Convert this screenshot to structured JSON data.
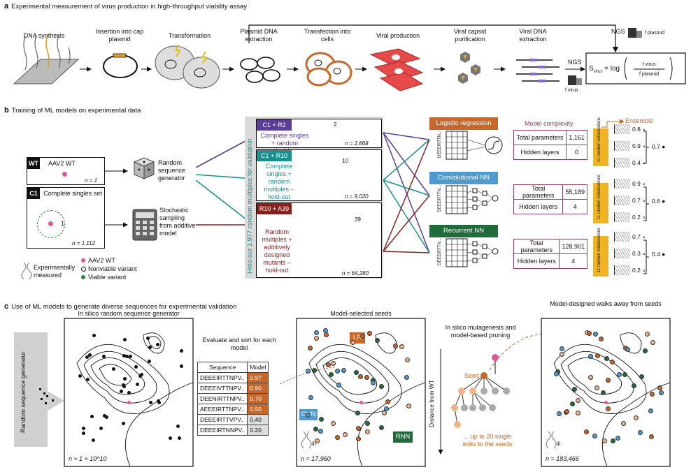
{
  "colors": {
    "purple": "#5a3d9a",
    "teal": "#1c8f8f",
    "darkred": "#8a1f1f",
    "orange": "#c8672a",
    "blue": "#4e9bd1",
    "green": "#1f6b3a",
    "pink": "#e0579a",
    "magenta": "#9b3b6e",
    "yellow": "#f0b323"
  },
  "a": {
    "label": "a",
    "title": "Experimental measurement of virus production in high-throughput viability assay",
    "steps": [
      "DNA synthesis",
      "Insertion into cap plasmid",
      "Transformation",
      "Plasmid DNA extraction",
      "Transfection into cells",
      "Viral production",
      "Viral capsid purification",
      "Viral DNA extraction"
    ],
    "ngs1": "NGS",
    "ngs2": "NGS",
    "f_plasmid": "f plasmid",
    "f_virus": "f virus",
    "formula_left": "S",
    "formula_sub": "virus",
    "formula_eq": "= log",
    "formula_num": "f virus",
    "formula_den": "f plasmid"
  },
  "b": {
    "label": "b",
    "title": "Training of ML models on experimental data",
    "wt": {
      "tag": "WT",
      "name": "AAV2 WT",
      "n": "n = 1"
    },
    "c1": {
      "tag": "C1",
      "name": "Complete singles set",
      "n": "n = 1,112",
      "num": "1"
    },
    "legend": {
      "exp": "Experimentally measured",
      "wt": "AAV2 WT",
      "nonviable": "Nonviable variant",
      "viable": "Viable variant"
    },
    "random": "Random sequence generator",
    "stochastic": "Stochastic sampling from additive model",
    "holdout": "Hold-out  1,977 random multiples for validation",
    "sets": [
      {
        "tag": "C1 + R2",
        "desc": "Complete singles + random doubles",
        "n": "n = 2,868",
        "ring": "2"
      },
      {
        "tag": "C1 + R10",
        "desc": "Complete singles + random multiples – hold-out",
        "n": "n = 9,020",
        "ring": "10"
      },
      {
        "tag": "R10 + A39",
        "desc": "Random multiples + additively designed mutants – hold-out",
        "n": "n = 64,280",
        "ring": "39"
      }
    ],
    "models": [
      {
        "name": "Logistic regression",
        "params": "1,161",
        "layers": "0"
      },
      {
        "name": "Convolutional NN",
        "params": "55,189",
        "layers": "4"
      },
      {
        "name": "Recurrent NN",
        "params": "128,901",
        "layers": "4"
      }
    ],
    "complexity": "Model complexity",
    "ensemble": "Ensemble",
    "param_label": "Total parameters",
    "layer_label": "Hidden layers",
    "seq_label": "DEEEIRTTN...",
    "init_label": "11 random initializations",
    "ens_values": [
      [
        "0.8",
        "0.9",
        "0.4"
      ],
      [
        "0.9",
        "0.7",
        "0.2"
      ],
      [
        "0.7",
        "0.3",
        "0.2"
      ]
    ],
    "ens_avg": [
      "0.7",
      "0.6",
      "0.4"
    ]
  },
  "c": {
    "label": "c",
    "title": "Use of ML models to generate diverse sequences for experimental validation",
    "gen": "Random sequence generator",
    "panel1": "In silico random sequence generator",
    "n1": "n ≈ 1 × 10^10",
    "evaluate": "Evaluate and sort for each model",
    "table_head": [
      "Sequence",
      "Model"
    ],
    "rows": [
      [
        "DEEEIRTTNPV..",
        "0.97"
      ],
      [
        "DEEEIVTTNPV..",
        "0.90"
      ],
      [
        "DEENIRTTNPV..",
        "0.70"
      ],
      [
        "AEEEIRTTNPV..",
        "0.50"
      ],
      [
        "DEEEIRTTVPV..",
        "0.40"
      ],
      [
        "DEEEIRTNNPV..",
        "0.20"
      ]
    ],
    "panel2": "Model-selected seeds",
    "lr": "LR",
    "cnn": "CNN",
    "rnn": "RNN",
    "n2": "n = 17,960",
    "mut": "In silico mutagenesis and model-based pruning",
    "seed": "Seed",
    "dist": "Distance from WT",
    "edits": "... up to 20 single edits to the seeds",
    "panel3": "Model-designed walks away from seeds",
    "n3": "n = 183,466",
    "iii": "iii"
  }
}
